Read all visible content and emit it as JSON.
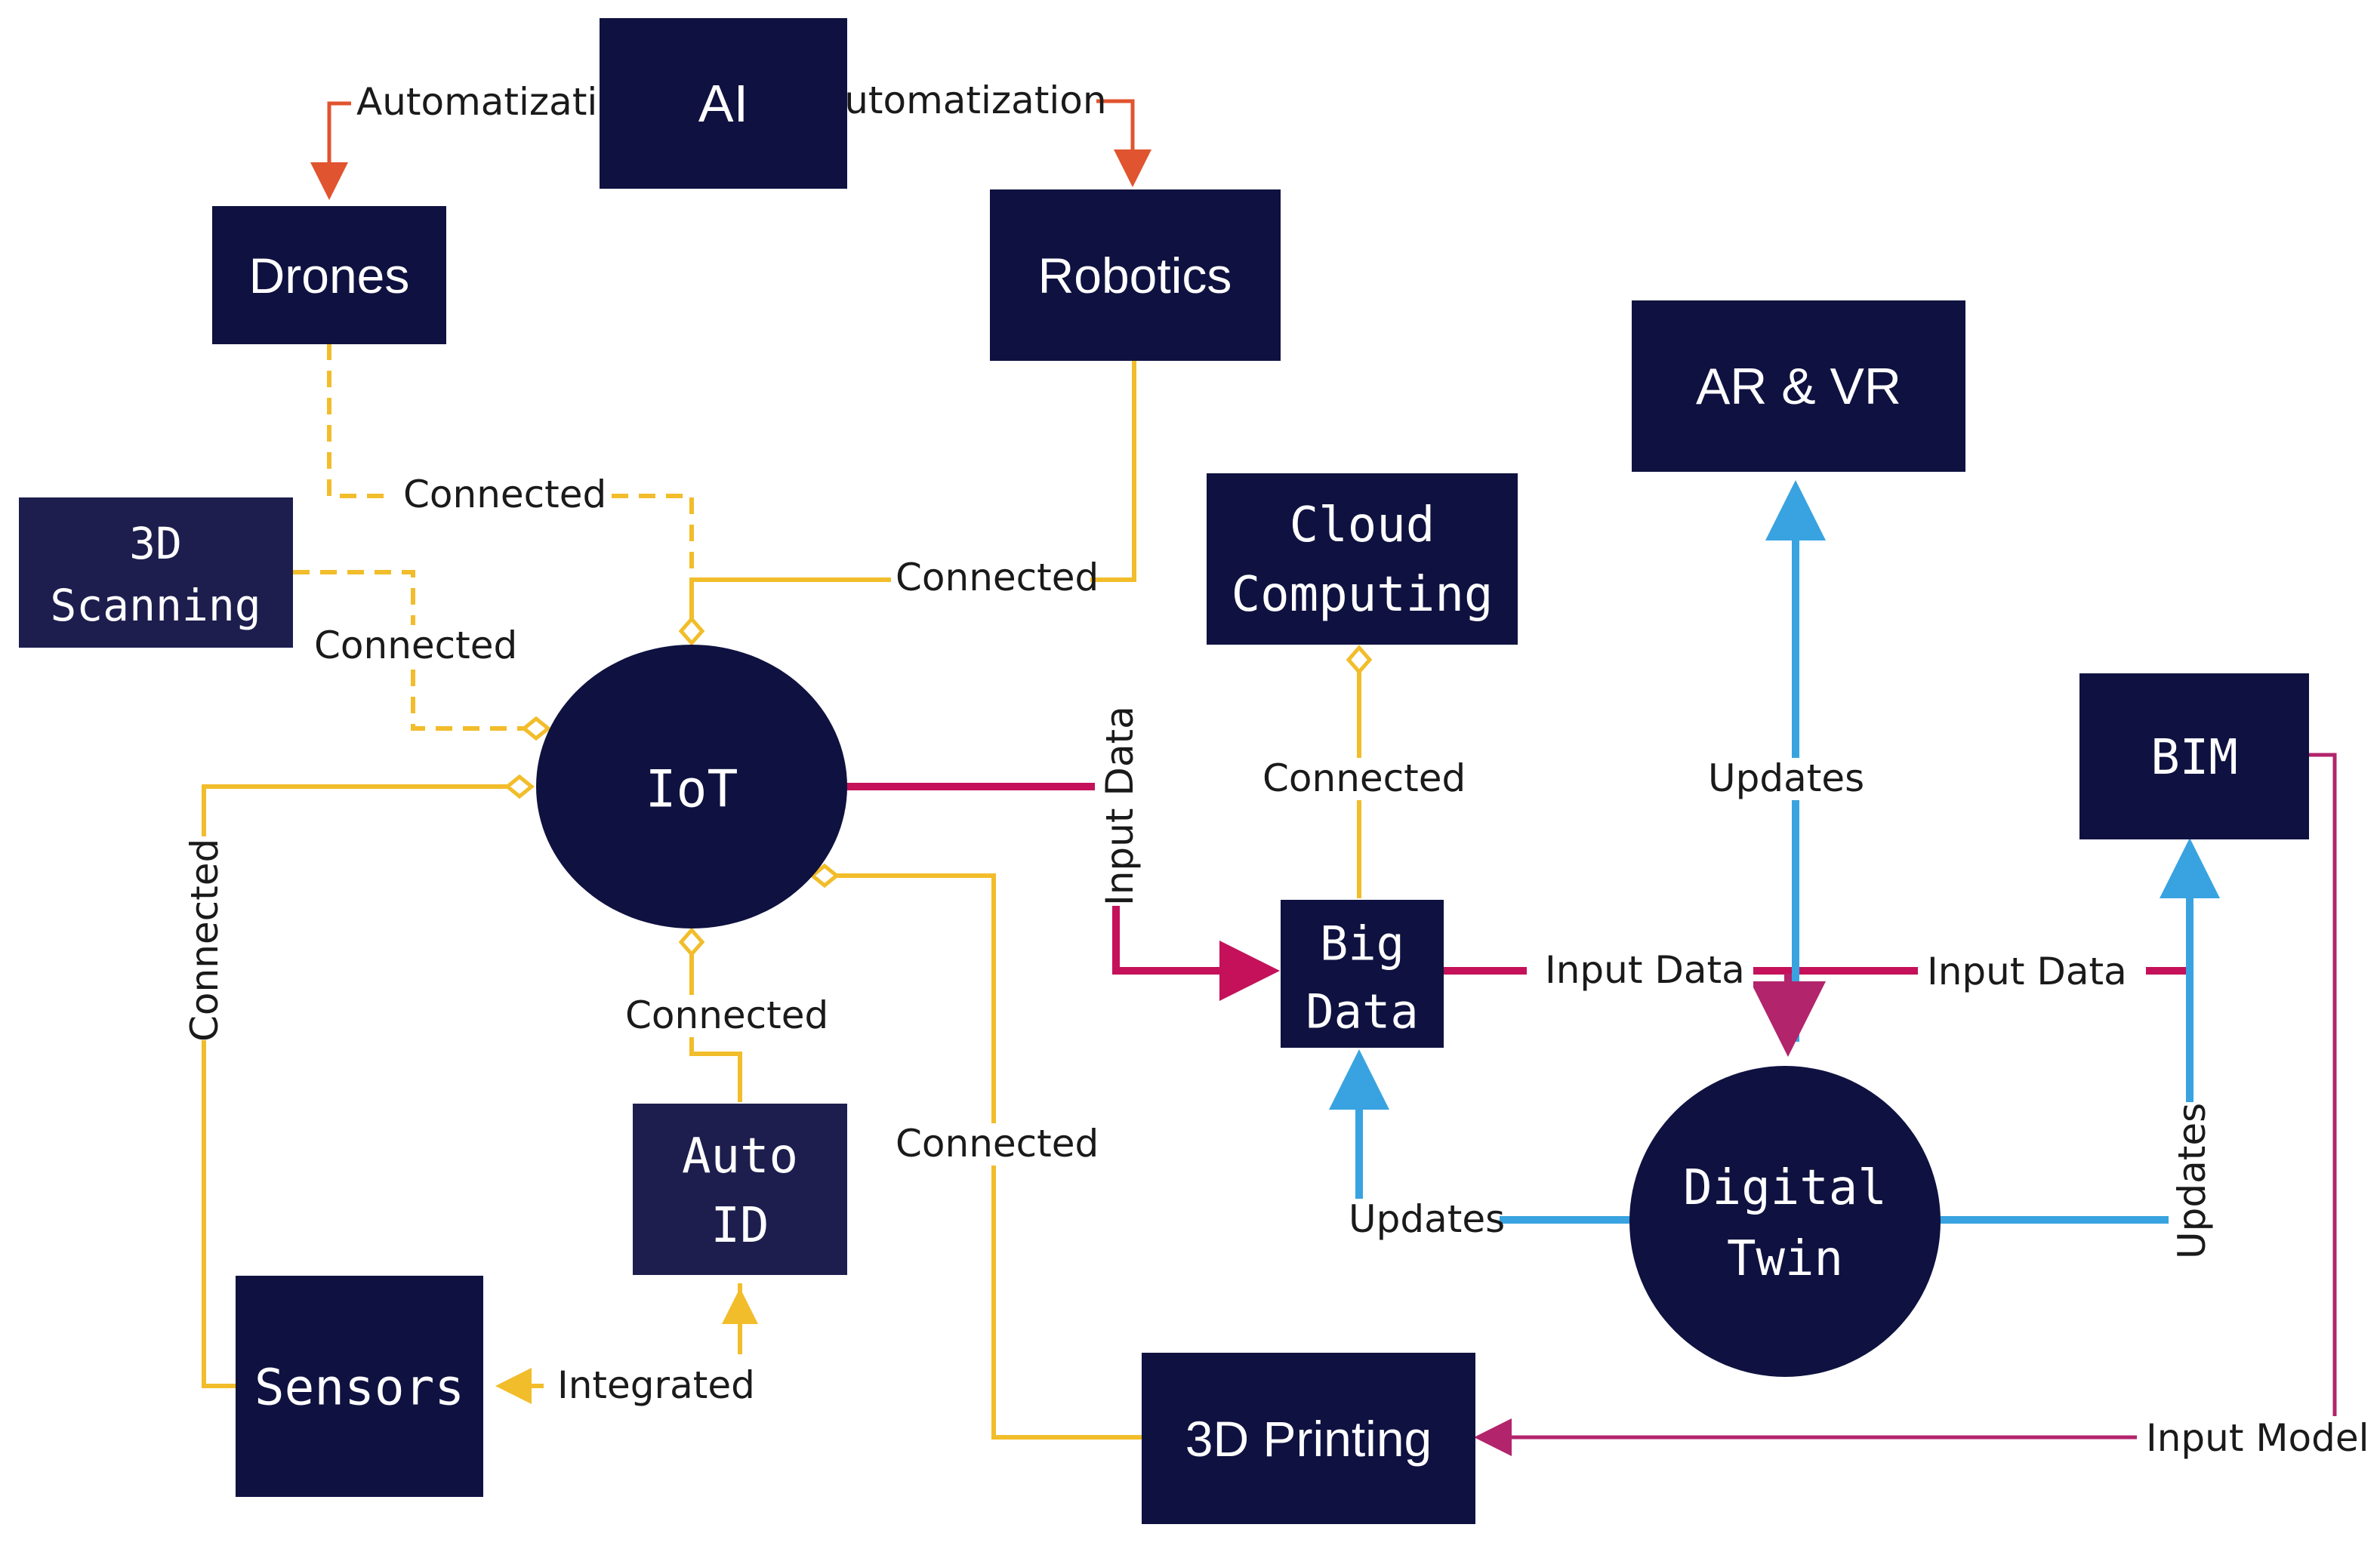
{
  "colors": {
    "node": "#0f1240",
    "yellow": "#f2bd2b",
    "magenta": "#c4115a",
    "blue": "#38a3e0",
    "orange": "#e0542f",
    "purple": "#b2246b"
  },
  "nodes": {
    "ai": "AI",
    "drones": "Drones",
    "robotics": "Robotics",
    "ar_vr": "AR & VR",
    "scanning_3d": [
      "3D",
      "Scanning"
    ],
    "cloud_computing": [
      "Cloud",
      "Computing"
    ],
    "iot": "IoT",
    "bim": "BIM",
    "big_data": [
      "Big",
      "Data"
    ],
    "auto_id": [
      "Auto",
      "ID"
    ],
    "digital_twin": [
      "Digital",
      "Twin"
    ],
    "sensors": "Sensors",
    "printing_3d": "3D Printing"
  },
  "edge_labels": {
    "ai_drones": "Automatization",
    "ai_robotics": "Automatization",
    "drones_iot": "Connected",
    "robotics_iot": "Connected",
    "scanning_iot": "Connected",
    "sensors_iot": "Connected",
    "iot_bigdata": "Input Data",
    "autoid_iot": "Connected",
    "printing_iot": "Connected",
    "bigdata_cloud": "Connected",
    "twin_arvr": "Updates",
    "bigdata_twin": "Input Data",
    "twin_bim_data": "Input Data",
    "twin_bigdata_updates": "Updates",
    "twin_bim_updates": "Updates",
    "sensors_autoid": "Integrated",
    "bim_printing": "Input Model"
  }
}
